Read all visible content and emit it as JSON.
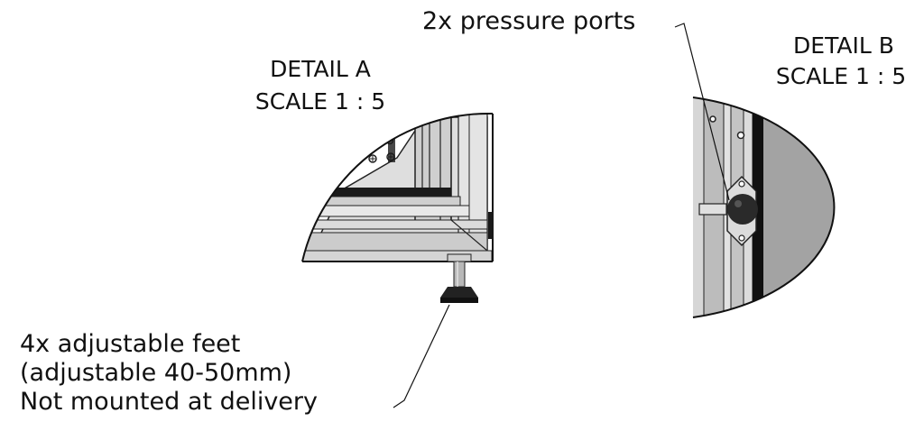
{
  "detail_a": {
    "title": "DETAIL A",
    "scale": "SCALE 1 : 5"
  },
  "detail_b": {
    "title": "DETAIL B",
    "scale": "SCALE 1 : 5"
  },
  "callouts": {
    "pressure_ports": "2x pressure ports",
    "feet_line1": "4x adjustable feet",
    "feet_line2": "(adjustable 40-50mm)",
    "feet_line3": "Not mounted at delivery"
  },
  "colors": {
    "profile_face": "#c9c9c9",
    "profile_light": "#e6e6e6",
    "profile_dark": "#1a1a1a",
    "panel_gray": "#a3a3a3"
  }
}
